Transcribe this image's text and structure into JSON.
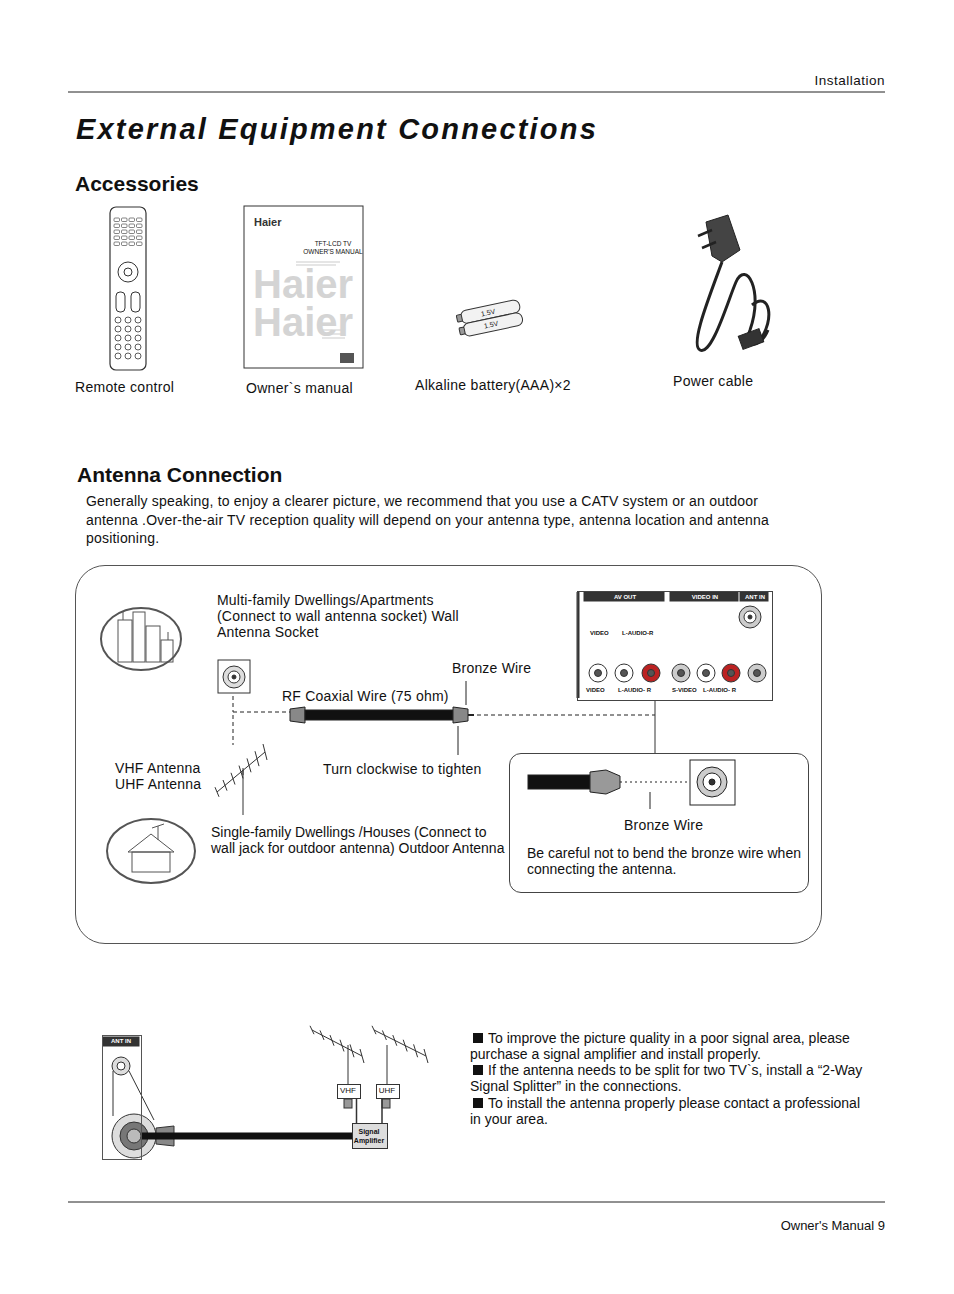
{
  "diagram": {
    "title": "External Equipment Connections",
    "nodes": [
      {
        "text": [
          "Multi-family Dwellings/Apartments (Connect to wall antenna socket) Wall Antenna Socket",
          "Bronze Wire",
          "RF Coaxial Wire (75 ohm)",
          "VHF Antenna UHF Antenna",
          "Turn clockwise to tighten",
          "Single-family Dwellings /Houses (Connect to wall jack for outdoor antenna) Outdoor Antenna"
        ]
      },
      {
        "text": [
          "Bronze Wire",
          "Be careful not to bend the bronze wire when connecting the antenna."
        ],
        "in": 0
      },
      {
        "text": [
          "AV OUT",
          "VIDEO IN",
          "ANT IN",
          "VIDEO",
          "L-AUDIO-R",
          "VIDEO",
          "L-AUDIO- R",
          "S-VIDEO",
          "L-AUDIO- R"
        ],
        "in": 0
      },
      {
        "text": [
          "ANT IN"
        ]
      },
      {
        "text": [
          "Signal Amplifier"
        ]
      },
      {
        "text": [
          "VHF"
        ]
      },
      {
        "text": [
          "UHF"
        ]
      }
    ],
    "edges": [
      {
        "from": 2,
        "to": 1,
        "arrow": "none"
      },
      {
        "from": 3,
        "to": 4,
        "arrow": "none"
      },
      {
        "from": 5,
        "to": 4,
        "arrow": "none"
      },
      {
        "from": 6,
        "to": 4,
        "arrow": "none"
      }
    ],
    "labels": [
      "Installation",
      "Accessories",
      "Remote control",
      "Haier",
      "TFT-LCD TV OWNER'S MANUAL",
      "Haier",
      "Haier",
      "Owner`s manual",
      "1.5V",
      "1.5V",
      "Alkaline battery(AAA)×2",
      "Power cable",
      "Antenna Connection",
      "Generally speaking, to enjoy a clearer picture, we recommend that you use a CATV system or an outdoor antenna .Over-the-air TV reception quality will depend on your antenna type, antenna location and antenna positioning.",
      "To improve the picture quality in a poor signal area, please purchase a signal amplifier and install properly.",
      "If the antenna needs to be split for two TV`s, install a “2-Way Signal Splitter” in the connections.",
      "To install the antenna properly please contact a professional in your area.",
      "Owner's Manual 9"
    ]
  }
}
